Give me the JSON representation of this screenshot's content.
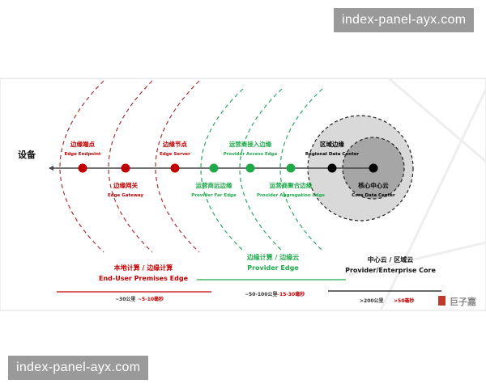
{
  "watermarks": [
    "index-panel-ayx.com",
    "index-panel-ayx.com"
  ],
  "device_label": "设备",
  "nodes": [
    {
      "cn": "边缘端点",
      "en": "Edge Endpoint",
      "color": "#c00000"
    },
    {
      "cn": "边缘网关",
      "en": "Edge Gateway",
      "color": "#c00000"
    },
    {
      "cn": "边缘节点",
      "en": "Edge Server",
      "color": "#c00000"
    },
    {
      "cn": "运营商远边缘",
      "en": "Provider Far Edge",
      "color": "#1faa4a"
    },
    {
      "cn": "运营商接入边缘",
      "en": "Provider Access Edge",
      "color": "#1faa4a"
    },
    {
      "cn": "运营商聚合边缘",
      "en": "Provider Aggregation Edge",
      "color": "#1faa4a"
    },
    {
      "cn": "区域边缘",
      "en": "Regional Data Center",
      "color": "#000000"
    },
    {
      "cn": "核心中心云",
      "en": "Core Data Center",
      "color": "#000000"
    }
  ],
  "zones": [
    {
      "cn": "本地计算 / 边缘计算",
      "en": "End-User Premises Edge",
      "distance": "~30公里",
      "latency": "~5-10毫秒"
    },
    {
      "cn": "边缘计算 / 边缘云",
      "en": "Provider Edge",
      "distance": "~50-100公里",
      "latency": "~15-30毫秒"
    },
    {
      "cn": "中心云 / 区域云",
      "en": "Provider/Enterprise Core",
      "distance": ">200公里",
      "latency": ">50毫秒"
    }
  ],
  "logo": "巨子嘉"
}
